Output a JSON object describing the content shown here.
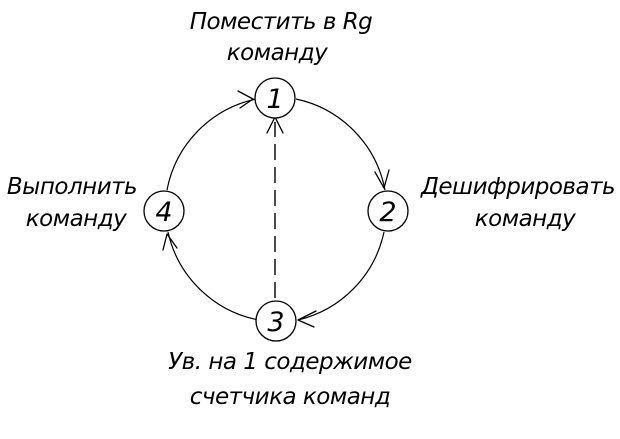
{
  "nodes": [
    {
      "id": "1",
      "label_lines": [
        "Поместить в Rg",
        "команду"
      ]
    },
    {
      "id": "2",
      "label_lines": [
        "Дешифрировать",
        "команду"
      ]
    },
    {
      "id": "3",
      "label_lines": [
        "Ув. на 1 содержимое",
        "счетчика команд"
      ]
    },
    {
      "id": "4",
      "label_lines": [
        "Выполнить",
        "команду"
      ]
    }
  ],
  "colors": {
    "stroke": "#000000",
    "background": "#ffffff"
  }
}
